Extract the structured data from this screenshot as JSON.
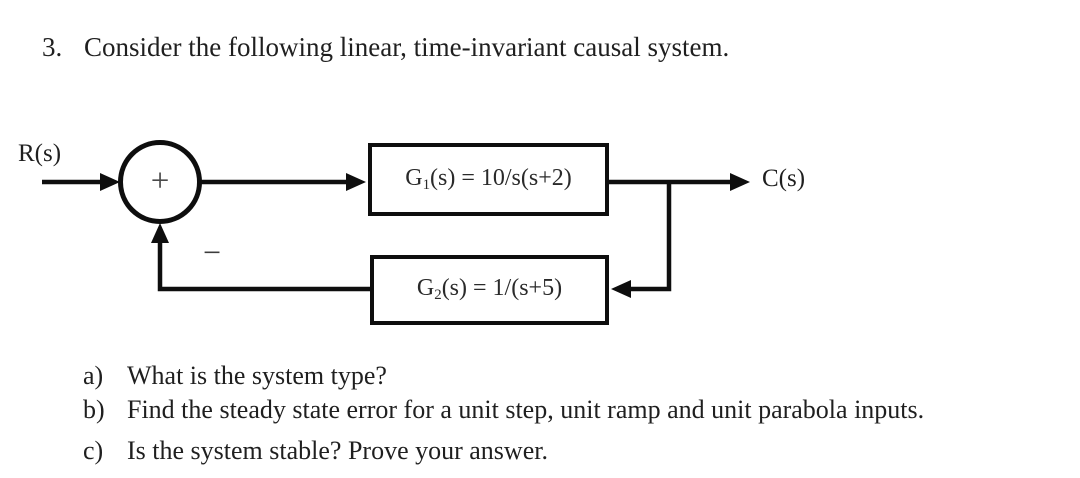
{
  "page": {
    "colors": {
      "background": "#ffffff",
      "ink": "#1f1f1f",
      "line": "#0e0e0e"
    }
  },
  "title": {
    "number": "3.",
    "text": "Consider the following linear, time-invariant causal system."
  },
  "diagram": {
    "input_label": "R(s)",
    "output_label": "C(s)",
    "summing_junction": {
      "sign": "+",
      "feedback_sign": "−"
    },
    "blocks": [
      {
        "base": "G",
        "sub": "1",
        "expr": "(s) = 10/s(s+2)"
      },
      {
        "base": "G",
        "sub": "2",
        "expr": "(s) = 1/(s+5)"
      }
    ]
  },
  "questions": [
    {
      "marker": "a)",
      "text": "What is the system type?"
    },
    {
      "marker": "b)",
      "text": "Find the steady state error for a unit step, unit ramp and unit parabola inputs."
    },
    {
      "marker": "c)",
      "text": "Is the system stable? Prove your answer."
    }
  ]
}
